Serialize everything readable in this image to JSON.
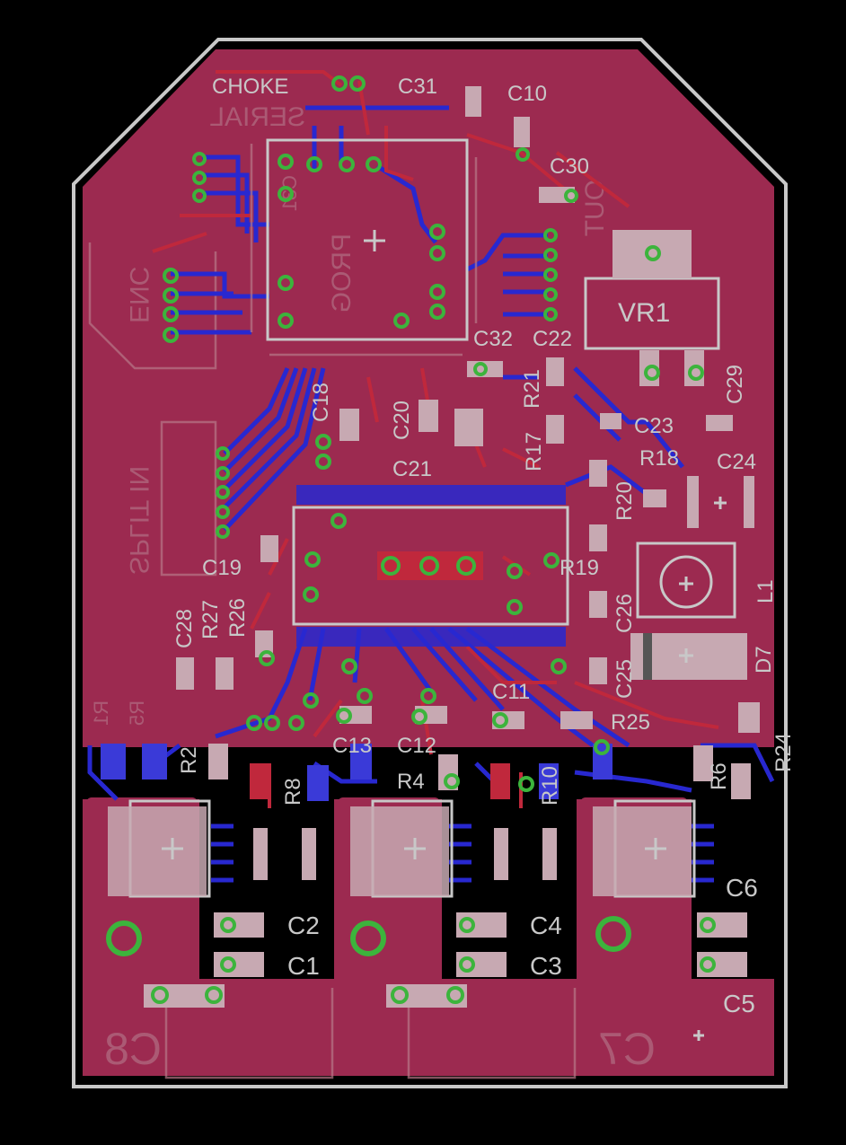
{
  "board": {
    "colors": {
      "background": "#000000",
      "outline": "#c8c8c8",
      "top_pour": "#9c2a50",
      "bottom_trace": "#2828d0",
      "top_trace": "#c0283c",
      "via": "#3cb43c",
      "silkscreen": "#c8c8c8"
    }
  },
  "labels": [
    "CHOKE",
    "C31",
    "C10",
    "C30",
    "VR1",
    "C32",
    "C22",
    "R21",
    "C29",
    "C18",
    "C20",
    "R17",
    "C23",
    "R18",
    "C24",
    "C21",
    "R20",
    "C19",
    "R19",
    "L1",
    "C26",
    "C28",
    "R27",
    "R26",
    "C25",
    "D7",
    "C11",
    "R25",
    "R24",
    "C13",
    "C12",
    "R2",
    "R4",
    "R8",
    "R10",
    "R6",
    "C2",
    "C1",
    "C4",
    "C3",
    "C6",
    "C5"
  ],
  "bottom_labels": [
    "SERIAL",
    "ENC",
    "SPLIT IN",
    "PROG",
    "OUT",
    "C31",
    "C8",
    "C7",
    "R1",
    "R5"
  ]
}
